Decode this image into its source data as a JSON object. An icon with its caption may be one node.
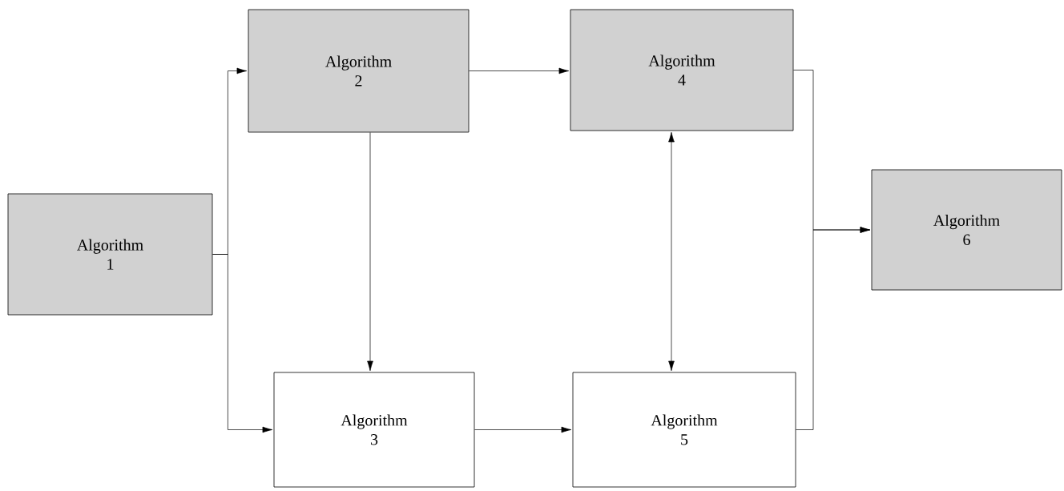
{
  "diagram": {
    "nodes": [
      {
        "text": [
          "Algorithm 1"
        ]
      },
      {
        "text": [
          "Algorithm 2"
        ]
      },
      {
        "text": [
          "Algorithm 3"
        ]
      },
      {
        "text": [
          "Algorithm 4"
        ]
      },
      {
        "text": [
          "Algorithm 5"
        ]
      },
      {
        "text": [
          "Algorithm 6"
        ]
      }
    ],
    "edges": [
      {
        "from": 0,
        "to": 1,
        "arrow": "to"
      },
      {
        "from": 0,
        "to": 2,
        "arrow": "to"
      },
      {
        "from": 1,
        "to": 2,
        "arrow": "to"
      },
      {
        "from": 1,
        "to": 3,
        "arrow": "to"
      },
      {
        "from": 2,
        "to": 4,
        "arrow": "to"
      },
      {
        "from": 3,
        "to": 4,
        "arrow": "both"
      },
      {
        "from": 3,
        "to": 5,
        "arrow": "to"
      },
      {
        "from": 4,
        "to": 5,
        "arrow": "to"
      }
    ]
  }
}
